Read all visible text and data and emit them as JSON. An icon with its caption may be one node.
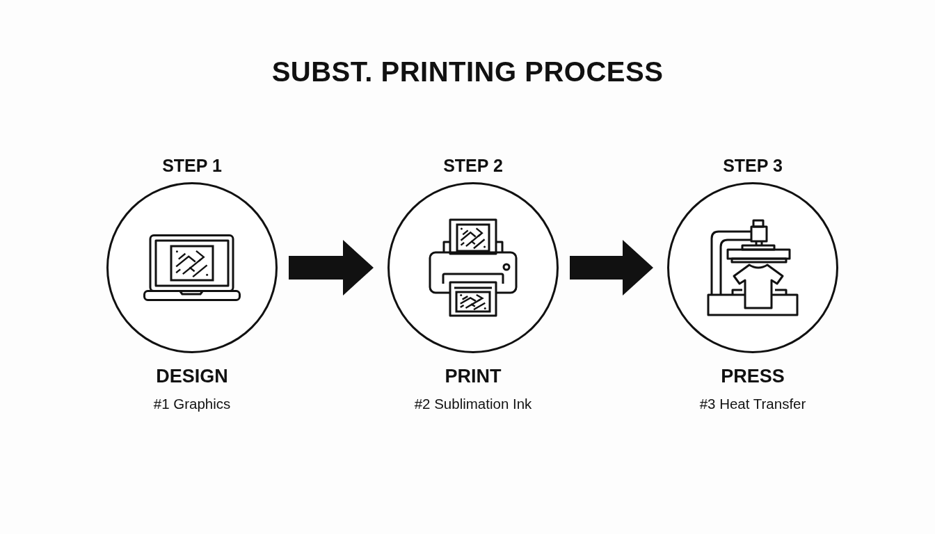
{
  "diagram": {
    "title": "SUBST. PRINTING PROCESS",
    "nodes": [
      {
        "text": [
          "STEP 1"
        ],
        "beside": [
          "DESIGN",
          "#1 Graphics"
        ]
      },
      {
        "text": [
          "STEP 2"
        ],
        "beside": [
          "PRINT",
          "#2 Sublimation Ink"
        ]
      },
      {
        "text": [
          "STEP 3"
        ],
        "beside": [
          "PRESS",
          "#3 Heat Transfer"
        ]
      }
    ],
    "edges": [
      {
        "from": 0,
        "to": 1,
        "arrow": "to"
      },
      {
        "from": 1,
        "to": 2,
        "arrow": "to"
      }
    ]
  }
}
